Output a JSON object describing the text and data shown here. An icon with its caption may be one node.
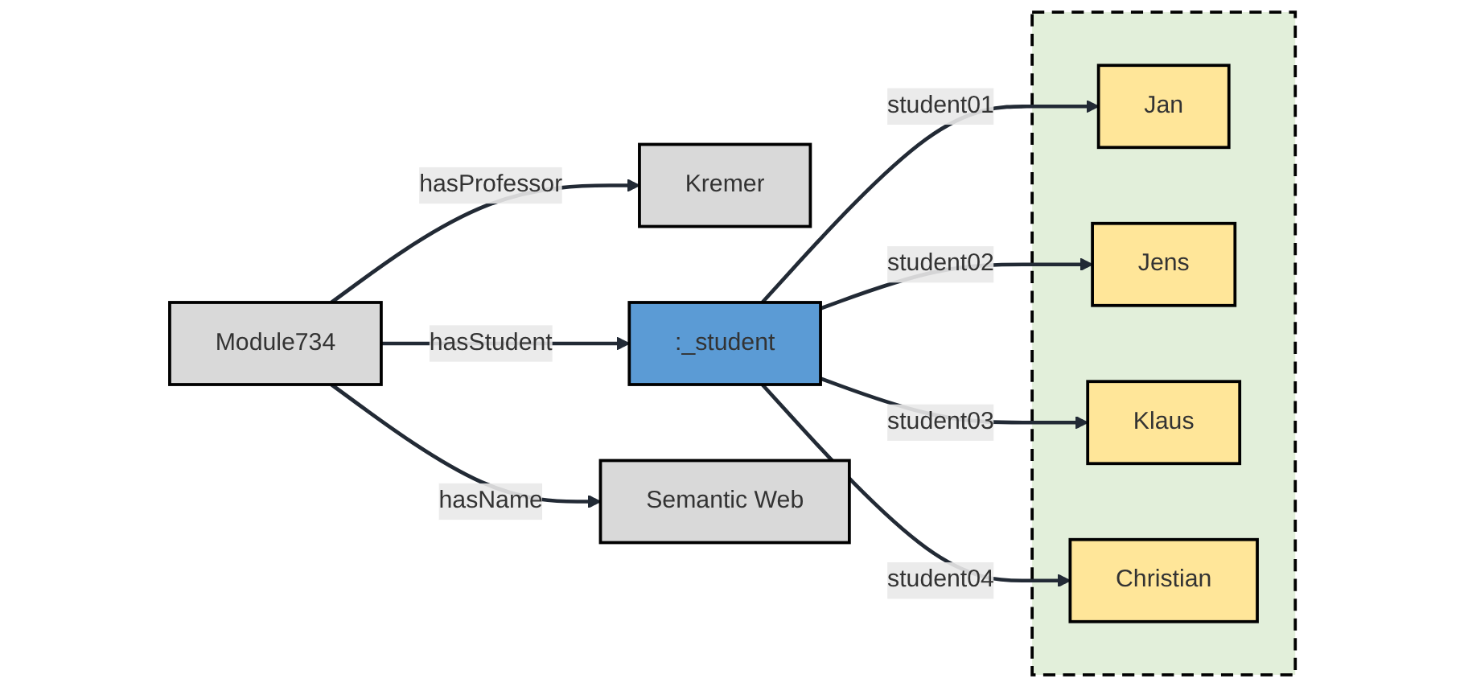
{
  "diagram": {
    "nodes": [
      {
        "text": [
          "Kremer"
        ]
      },
      {
        "text": [
          "Module734"
        ]
      },
      {
        "text": [
          ":_student"
        ]
      },
      {
        "text": [
          "Semantic Web"
        ]
      },
      {
        "text": [],
        "shape": "box"
      },
      {
        "text": [
          "Jan"
        ],
        "in": 4
      },
      {
        "text": [
          "Jens"
        ],
        "in": 4
      },
      {
        "text": [
          "Klaus"
        ],
        "in": 4
      },
      {
        "text": [
          "Christian"
        ],
        "in": 4
      }
    ],
    "edges": [
      {
        "from": 1,
        "to": 0,
        "arrow": "to",
        "label": "hasProfessor"
      },
      {
        "from": 1,
        "to": 2,
        "arrow": "to",
        "label": "hasStudent"
      },
      {
        "from": 1,
        "to": 3,
        "arrow": "to",
        "label": "hasName"
      },
      {
        "from": 2,
        "to": 5,
        "arrow": "to",
        "label": "student01"
      },
      {
        "from": 2,
        "to": 6,
        "arrow": "to",
        "label": "student02"
      },
      {
        "from": 2,
        "to": 7,
        "arrow": "to",
        "label": "student03"
      },
      {
        "from": 2,
        "to": 8,
        "arrow": "to",
        "label": "student04"
      }
    ]
  }
}
